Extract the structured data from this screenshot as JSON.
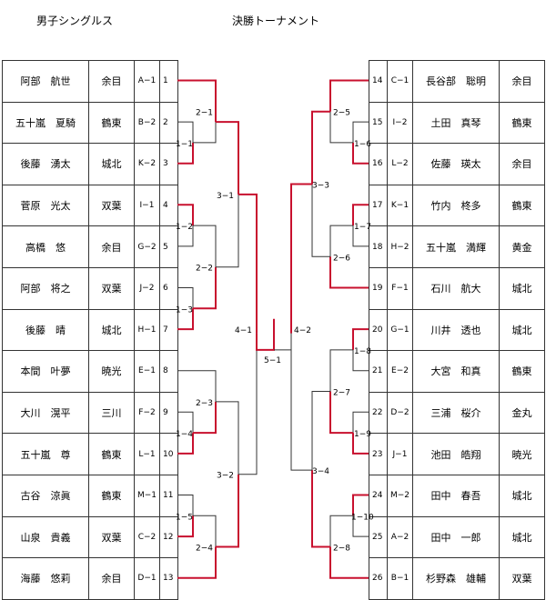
{
  "header": {
    "division": "男子シングルス",
    "round": "決勝トーナメント"
  },
  "left": [
    {
      "name": "阿部　航世",
      "school": "余目",
      "code": "A−1",
      "seed": "1"
    },
    {
      "name": "五十嵐　夏騎",
      "school": "鶴東",
      "code": "B−2",
      "seed": "2"
    },
    {
      "name": "後藤　湧太",
      "school": "城北",
      "code": "K−2",
      "seed": "3"
    },
    {
      "name": "菅原　光太",
      "school": "双葉",
      "code": "I−1",
      "seed": "4"
    },
    {
      "name": "高橋　悠",
      "school": "余目",
      "code": "G−2",
      "seed": "5"
    },
    {
      "name": "阿部　将之",
      "school": "双葉",
      "code": "J−2",
      "seed": "6"
    },
    {
      "name": "後藤　晴",
      "school": "城北",
      "code": "H−1",
      "seed": "7"
    },
    {
      "name": "本間　叶夢",
      "school": "暁光",
      "code": "E−1",
      "seed": "8"
    },
    {
      "name": "大川　滉平",
      "school": "三川",
      "code": "F−2",
      "seed": "9"
    },
    {
      "name": "五十嵐　尊",
      "school": "鶴東",
      "code": "L−1",
      "seed": "10"
    },
    {
      "name": "古谷　涼眞",
      "school": "鶴東",
      "code": "M−1",
      "seed": "11"
    },
    {
      "name": "山泉　貴義",
      "school": "双葉",
      "code": "C−2",
      "seed": "12"
    },
    {
      "name": "海藤　悠莉",
      "school": "余目",
      "code": "D−1",
      "seed": "13"
    }
  ],
  "right": [
    {
      "seed": "14",
      "code": "C−1",
      "name": "長谷部　聡明",
      "school": "余目"
    },
    {
      "seed": "15",
      "code": "I−2",
      "name": "土田　真琴",
      "school": "鶴東"
    },
    {
      "seed": "16",
      "code": "L−2",
      "name": "佐藤　瑛太",
      "school": "余目"
    },
    {
      "seed": "17",
      "code": "K−1",
      "name": "竹内　柊多",
      "school": "鶴東"
    },
    {
      "seed": "18",
      "code": "H−2",
      "name": "五十嵐　満輝",
      "school": "黄金"
    },
    {
      "seed": "19",
      "code": "F−1",
      "name": "石川　航大",
      "school": "城北"
    },
    {
      "seed": "20",
      "code": "G−1",
      "name": "川井　透也",
      "school": "城北"
    },
    {
      "seed": "21",
      "code": "E−2",
      "name": "大宮　和真",
      "school": "鶴東"
    },
    {
      "seed": "22",
      "code": "D−2",
      "name": "三浦　桜介",
      "school": "金丸"
    },
    {
      "seed": "23",
      "code": "J−1",
      "name": "池田　皓翔",
      "school": "暁光"
    },
    {
      "seed": "24",
      "code": "M−2",
      "name": "田中　春吾",
      "school": "城北"
    },
    {
      "seed": "25",
      "code": "A−2",
      "name": "田中　一郎",
      "school": "城北"
    },
    {
      "seed": "26",
      "code": "B−1",
      "name": "杉野森　雄輔",
      "school": "双葉"
    }
  ],
  "matches": [
    "1−1",
    "2−1",
    "1−2",
    "2−2",
    "1−3",
    "3−1",
    "2−3",
    "1−4",
    "3−2",
    "1−5",
    "2−4",
    "4−1",
    "5−1",
    "4−2",
    "2−5",
    "1−6",
    "3−3",
    "1−7",
    "2−6",
    "1−8",
    "2−7",
    "1−9",
    "3−4",
    "1−10",
    "2−8"
  ],
  "colors": {
    "winner_line": "#c8102e",
    "line": "#333333"
  }
}
